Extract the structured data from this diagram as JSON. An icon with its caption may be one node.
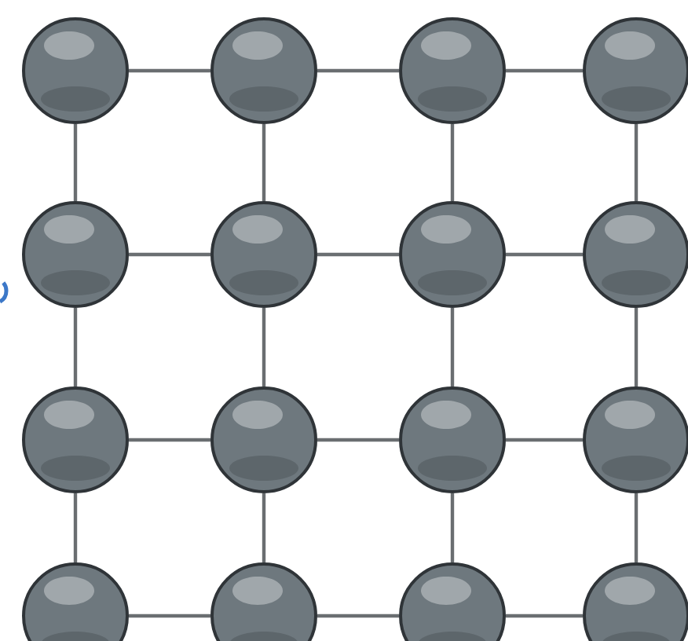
{
  "diagram": {
    "nodes": [
      {
        "text": [],
        "shape": "circle"
      },
      {
        "text": [],
        "shape": "circle"
      },
      {
        "text": [],
        "shape": "circle"
      },
      {
        "text": [],
        "shape": "circle"
      },
      {
        "text": [],
        "shape": "circle"
      },
      {
        "text": [],
        "shape": "circle"
      },
      {
        "text": [],
        "shape": "circle"
      },
      {
        "text": [],
        "shape": "circle"
      },
      {
        "text": [],
        "shape": "circle"
      },
      {
        "text": [],
        "shape": "circle"
      },
      {
        "text": [],
        "shape": "circle"
      },
      {
        "text": [],
        "shape": "circle"
      },
      {
        "text": [],
        "shape": "circle"
      },
      {
        "text": [],
        "shape": "circle"
      },
      {
        "text": [],
        "shape": "circle"
      },
      {
        "text": [],
        "shape": "circle"
      }
    ],
    "edges": [
      {
        "from": 0,
        "to": 1,
        "arrow": "none"
      },
      {
        "from": 1,
        "to": 2,
        "arrow": "none"
      },
      {
        "from": 2,
        "to": 3,
        "arrow": "none"
      },
      {
        "from": 4,
        "to": 5,
        "arrow": "none"
      },
      {
        "from": 5,
        "to": 6,
        "arrow": "none"
      },
      {
        "from": 6,
        "to": 7,
        "arrow": "none"
      },
      {
        "from": 8,
        "to": 9,
        "arrow": "none"
      },
      {
        "from": 9,
        "to": 10,
        "arrow": "none"
      },
      {
        "from": 10,
        "to": 11,
        "arrow": "none"
      },
      {
        "from": 12,
        "to": 13,
        "arrow": "none"
      },
      {
        "from": 13,
        "to": 14,
        "arrow": "none"
      },
      {
        "from": 14,
        "to": 15,
        "arrow": "none"
      },
      {
        "from": 0,
        "to": 4,
        "arrow": "none"
      },
      {
        "from": 4,
        "to": 8,
        "arrow": "none"
      },
      {
        "from": 8,
        "to": 12,
        "arrow": "none"
      },
      {
        "from": 1,
        "to": 5,
        "arrow": "none"
      },
      {
        "from": 5,
        "to": 9,
        "arrow": "none"
      },
      {
        "from": 9,
        "to": 13,
        "arrow": "none"
      },
      {
        "from": 2,
        "to": 6,
        "arrow": "none"
      },
      {
        "from": 6,
        "to": 10,
        "arrow": "none"
      },
      {
        "from": 10,
        "to": 14,
        "arrow": "none"
      },
      {
        "from": 3,
        "to": 7,
        "arrow": "none"
      },
      {
        "from": 7,
        "to": 11,
        "arrow": "none"
      },
      {
        "from": 11,
        "to": 15,
        "arrow": "none"
      }
    ]
  }
}
